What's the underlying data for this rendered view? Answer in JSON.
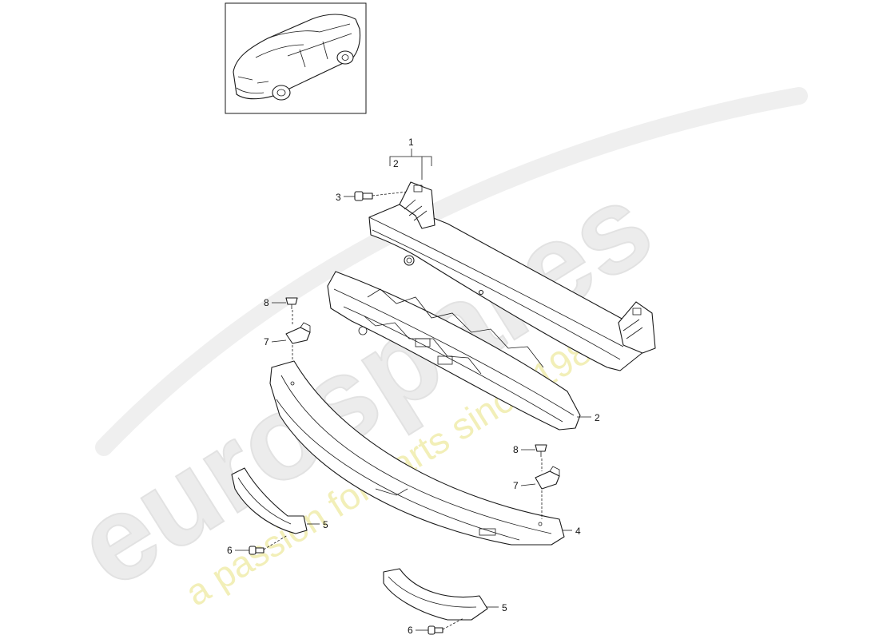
{
  "watermark": {
    "brand": "eurospares",
    "tagline": "a passion for parts since 1985"
  },
  "thumbnail": {
    "icon": "car-overview-icon"
  },
  "callouts": [
    {
      "id": "c1",
      "text": "1"
    },
    {
      "id": "c2-top",
      "text": "2"
    },
    {
      "id": "c3",
      "text": "3"
    },
    {
      "id": "c8-left",
      "text": "8"
    },
    {
      "id": "c7-left",
      "text": "7"
    },
    {
      "id": "c2-right",
      "text": "2"
    },
    {
      "id": "c8-right",
      "text": "8"
    },
    {
      "id": "c7-right",
      "text": "7"
    },
    {
      "id": "c4",
      "text": "4"
    },
    {
      "id": "c5-upper",
      "text": "5"
    },
    {
      "id": "c6-upper",
      "text": "6"
    },
    {
      "id": "c5-lower",
      "text": "5"
    },
    {
      "id": "c6-lower",
      "text": "6"
    }
  ]
}
